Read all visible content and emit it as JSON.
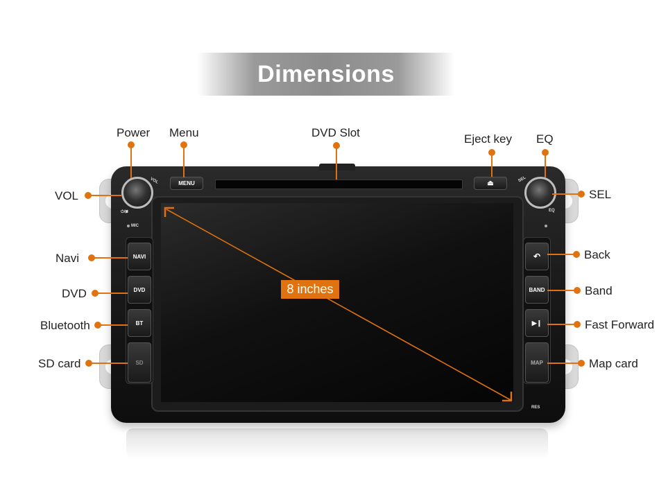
{
  "title": "Dimensions",
  "size_label": "8 inches",
  "accent_color": "#e0730f",
  "callouts": {
    "power": "Power",
    "menu": "Menu",
    "dvd_slot": "DVD Slot",
    "eject_key": "Eject key",
    "eq": "EQ",
    "vol": "VOL",
    "sel": "SEL",
    "navi": "Navi",
    "dvd": "DVD",
    "bluetooth": "Bluetooth",
    "sd_card": "SD card",
    "back": "Back",
    "band": "Band",
    "fast_forward": "Fast Forward",
    "map_card": "Map card"
  },
  "device_buttons": {
    "menu": "MENU",
    "navi": "NAVI",
    "dvd": "DVD",
    "bt": "BT",
    "sd": "SD",
    "band": "BAND",
    "map": "MAP",
    "vol": "VOL",
    "sel": "SEL",
    "eq": "EQ",
    "mic": "MIC",
    "res": "RES",
    "power_mark": "⏻/✖"
  },
  "icons": {
    "eject": "eject-icon",
    "back": "back-arrow-icon",
    "play_pause": "play-pause-icon"
  }
}
